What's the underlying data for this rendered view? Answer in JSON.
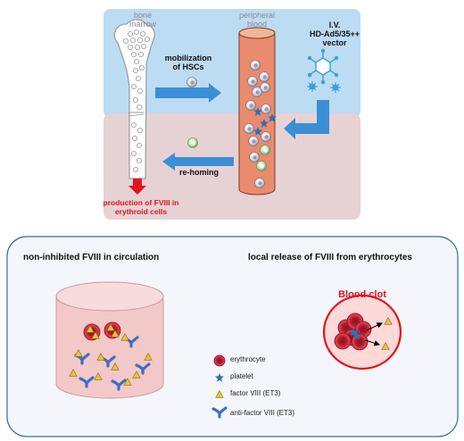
{
  "top": {
    "bone_marrow_label": "bone\nmarrow",
    "peripheral_blood_label": "peripheral\nblood",
    "vector_label": "I.V.\nHD-Ad5/35++\nvector",
    "mobilization_label": "mobilization\nof HSCs",
    "rehoming_label": "re-homing",
    "production_label": "production of FVIII in\nerythroid cells"
  },
  "bottom": {
    "left_heading": "non-inhibited FVIII in circulation",
    "right_heading": "local release of FVIII from erythrocytes",
    "clot_label": "Blood clot",
    "legend": [
      {
        "icon": "erythrocyte-icon",
        "label": "erythrocyte"
      },
      {
        "icon": "platelet-icon",
        "label": "platelet"
      },
      {
        "icon": "factor-viii-icon",
        "label": "factor VIII (ET3)"
      },
      {
        "icon": "anti-factor-viii-icon",
        "label": "anti-factor VIII (ET3)"
      }
    ]
  },
  "colors": {
    "sky": "#bcdcf4",
    "tissue": "#e6d2d4",
    "vessel": "#e98b6c",
    "arrow_blue": "#3a8fd6",
    "red": "#e3131b",
    "panel_border": "#2f6fa6"
  }
}
